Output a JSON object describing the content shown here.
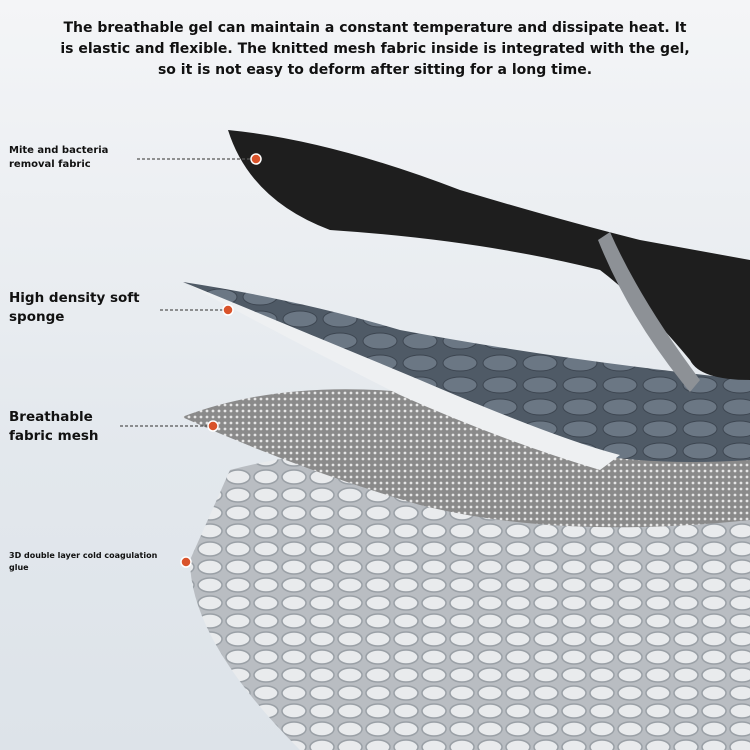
{
  "headline": {
    "lines": [
      "The breathable gel can maintain a constant temperature and dissipate heat. It",
      "is elastic and flexible. The knitted mesh fabric inside is integrated with the gel,",
      "so it is not easy to deform after sitting for a long time."
    ]
  },
  "layers": [
    {
      "lines": [
        "Mite and bacteria",
        "removal fabric"
      ]
    },
    {
      "lines": [
        "High density soft",
        "sponge"
      ]
    },
    {
      "lines": [
        "Breathable",
        "fabric mesh"
      ]
    },
    {
      "lines": [
        "3D double layer cold coagulation",
        "glue"
      ]
    }
  ],
  "colors": {
    "marker": "#d9532b",
    "top_fabric": "#1e1e1e",
    "gel": "#cfcfcf"
  }
}
